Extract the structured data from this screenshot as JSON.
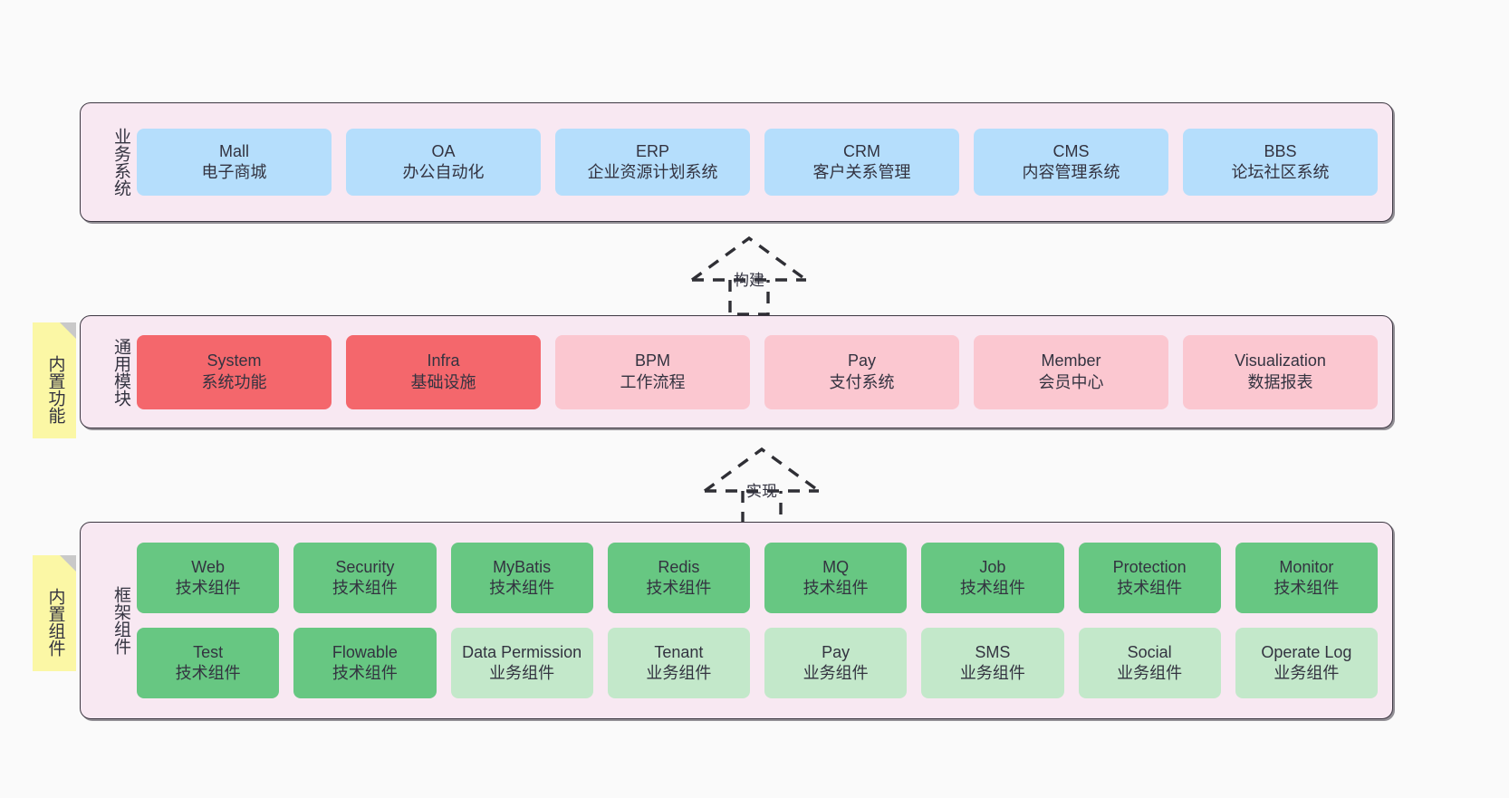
{
  "diagram": {
    "background": "#fafafa",
    "layer_bg": "#f8e8f2",
    "layer_border": "#3d3742",
    "sticky_bg": "#fbf7a5",
    "colors": {
      "business": "#b5defc",
      "core_module": "#f4676c",
      "module": "#fbc7d0",
      "tech_component": "#67c782",
      "biz_component": "#c3e8ca"
    }
  },
  "layers": [
    {
      "id": "business",
      "title": "业务系统",
      "rows": [
        [
          {
            "en": "Mall",
            "cn": "电子商城",
            "color": "c-blue"
          },
          {
            "en": "OA",
            "cn": "办公自动化",
            "color": "c-blue"
          },
          {
            "en": "ERP",
            "cn": "企业资源计划系统",
            "color": "c-blue"
          },
          {
            "en": "CRM",
            "cn": "客户关系管理",
            "color": "c-blue"
          },
          {
            "en": "CMS",
            "cn": "内容管理系统",
            "color": "c-blue"
          },
          {
            "en": "BBS",
            "cn": "论坛社区系统",
            "color": "c-blue"
          }
        ]
      ]
    },
    {
      "id": "common",
      "title": "通用模块",
      "sticky": "内置功能",
      "rows": [
        [
          {
            "en": "System",
            "cn": "系统功能",
            "color": "c-red"
          },
          {
            "en": "Infra",
            "cn": "基础设施",
            "color": "c-red"
          },
          {
            "en": "BPM",
            "cn": "工作流程",
            "color": "c-pink"
          },
          {
            "en": "Pay",
            "cn": "支付系统",
            "color": "c-pink"
          },
          {
            "en": "Member",
            "cn": "会员中心",
            "color": "c-pink"
          },
          {
            "en": "Visualization",
            "cn": "数据报表",
            "color": "c-pink"
          }
        ]
      ]
    },
    {
      "id": "framework",
      "title": "框架组件",
      "sticky": "内置组件",
      "rows": [
        [
          {
            "en": "Web",
            "cn": "技术组件",
            "color": "c-green"
          },
          {
            "en": "Security",
            "cn": "技术组件",
            "color": "c-green"
          },
          {
            "en": "MyBatis",
            "cn": "技术组件",
            "color": "c-green"
          },
          {
            "en": "Redis",
            "cn": "技术组件",
            "color": "c-green"
          },
          {
            "en": "MQ",
            "cn": "技术组件",
            "color": "c-green"
          },
          {
            "en": "Job",
            "cn": "技术组件",
            "color": "c-green"
          },
          {
            "en": "Protection",
            "cn": "技术组件",
            "color": "c-green"
          },
          {
            "en": "Monitor",
            "cn": "技术组件",
            "color": "c-green"
          }
        ],
        [
          {
            "en": "Test",
            "cn": "技术组件",
            "color": "c-green"
          },
          {
            "en": "Flowable",
            "cn": "技术组件",
            "color": "c-green"
          },
          {
            "en": "Data Permission",
            "cn": "业务组件",
            "color": "c-lightgreen",
            "wrap": true
          },
          {
            "en": "Tenant",
            "cn": "业务组件",
            "color": "c-lightgreen"
          },
          {
            "en": "Pay",
            "cn": "业务组件",
            "color": "c-lightgreen"
          },
          {
            "en": "SMS",
            "cn": "业务组件",
            "color": "c-lightgreen"
          },
          {
            "en": "Social",
            "cn": "业务组件",
            "color": "c-lightgreen"
          },
          {
            "en": "Operate Log",
            "cn": "业务组件",
            "color": "c-lightgreen"
          }
        ]
      ]
    }
  ],
  "connectors": [
    {
      "id": "build",
      "label": "构建",
      "from": "common",
      "to": "business",
      "style": "dashed-generalization"
    },
    {
      "id": "implement",
      "label": "实现",
      "from": "framework",
      "to": "common",
      "style": "dashed-generalization"
    }
  ]
}
